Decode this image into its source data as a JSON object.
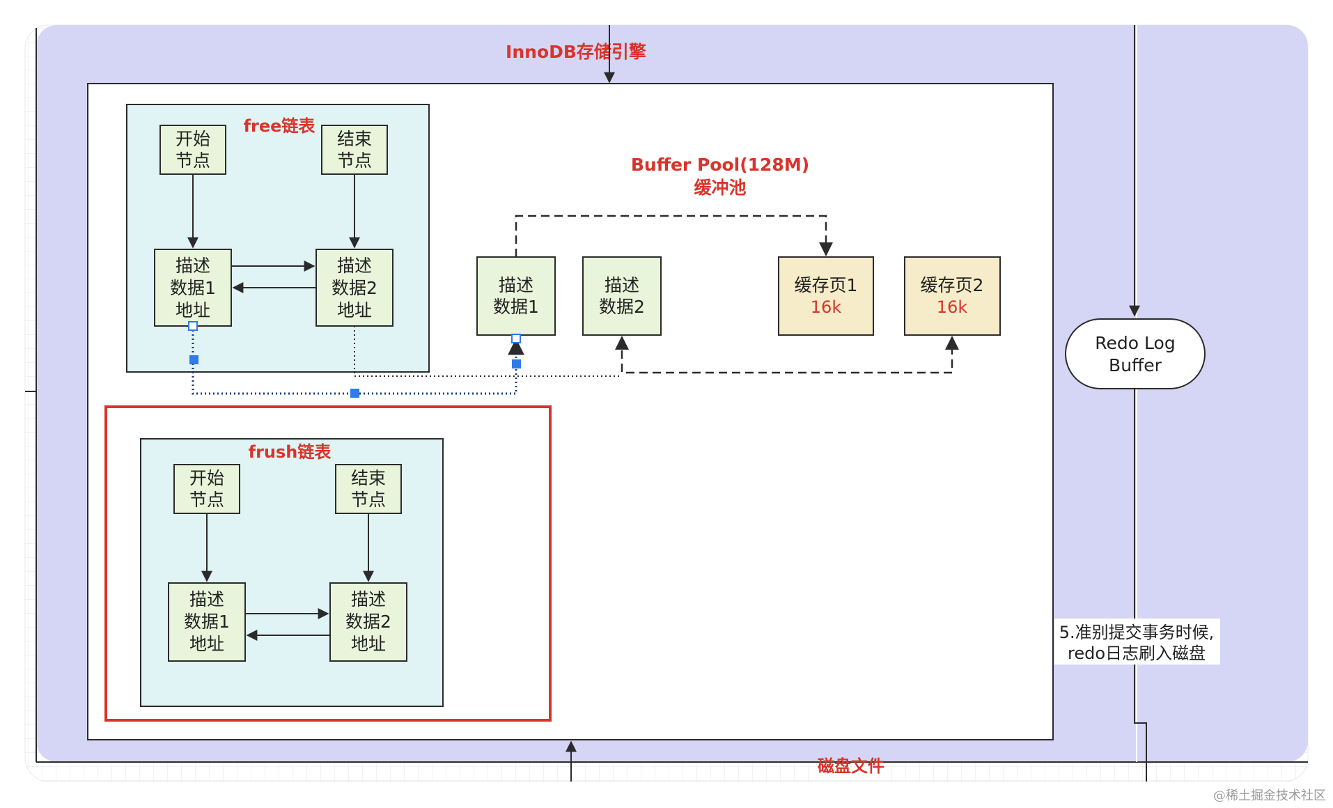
{
  "colors": {
    "engine_bg": "#d5d6f5",
    "panel_bg": "#e0f4f5",
    "node_bg": "#e8f5da",
    "page_bg": "#f6ecc9",
    "accent_red": "#d9342b",
    "handle_blue": "#2f7be8"
  },
  "engine": {
    "title": "InnoDB存储引擎"
  },
  "buffer_pool": {
    "title_line1": "Buffer Pool(128M)",
    "title_line2": "缓冲池"
  },
  "free_list": {
    "title": "free链表",
    "start_line1": "开始",
    "start_line2": "节点",
    "end_line1": "结束",
    "end_line2": "节点",
    "desc1": [
      "描述",
      "数据1",
      "地址"
    ],
    "desc2": [
      "描述",
      "数据2",
      "地址"
    ]
  },
  "flush_list": {
    "title": "frush链表",
    "start_line1": "开始",
    "start_line2": "节点",
    "end_line1": "结束",
    "end_line2": "节点",
    "desc1": [
      "描述",
      "数据1",
      "地址"
    ],
    "desc2": [
      "描述",
      "数据2",
      "地址"
    ]
  },
  "pool_nodes": {
    "desc1": [
      "描述",
      "数据1"
    ],
    "desc2": [
      "描述",
      "数据2"
    ],
    "page1": {
      "name": "缓存页1",
      "size": "16k"
    },
    "page2": {
      "name": "缓存页2",
      "size": "16k"
    }
  },
  "redo": {
    "line1": "Redo Log",
    "line2": "Buffer"
  },
  "commit_note": {
    "line1": "5.准别提交事务时候,",
    "line2": "redo日志刷入磁盘"
  },
  "disk": {
    "label": "磁盘文件"
  },
  "watermark": "@稀土掘金技术社区"
}
